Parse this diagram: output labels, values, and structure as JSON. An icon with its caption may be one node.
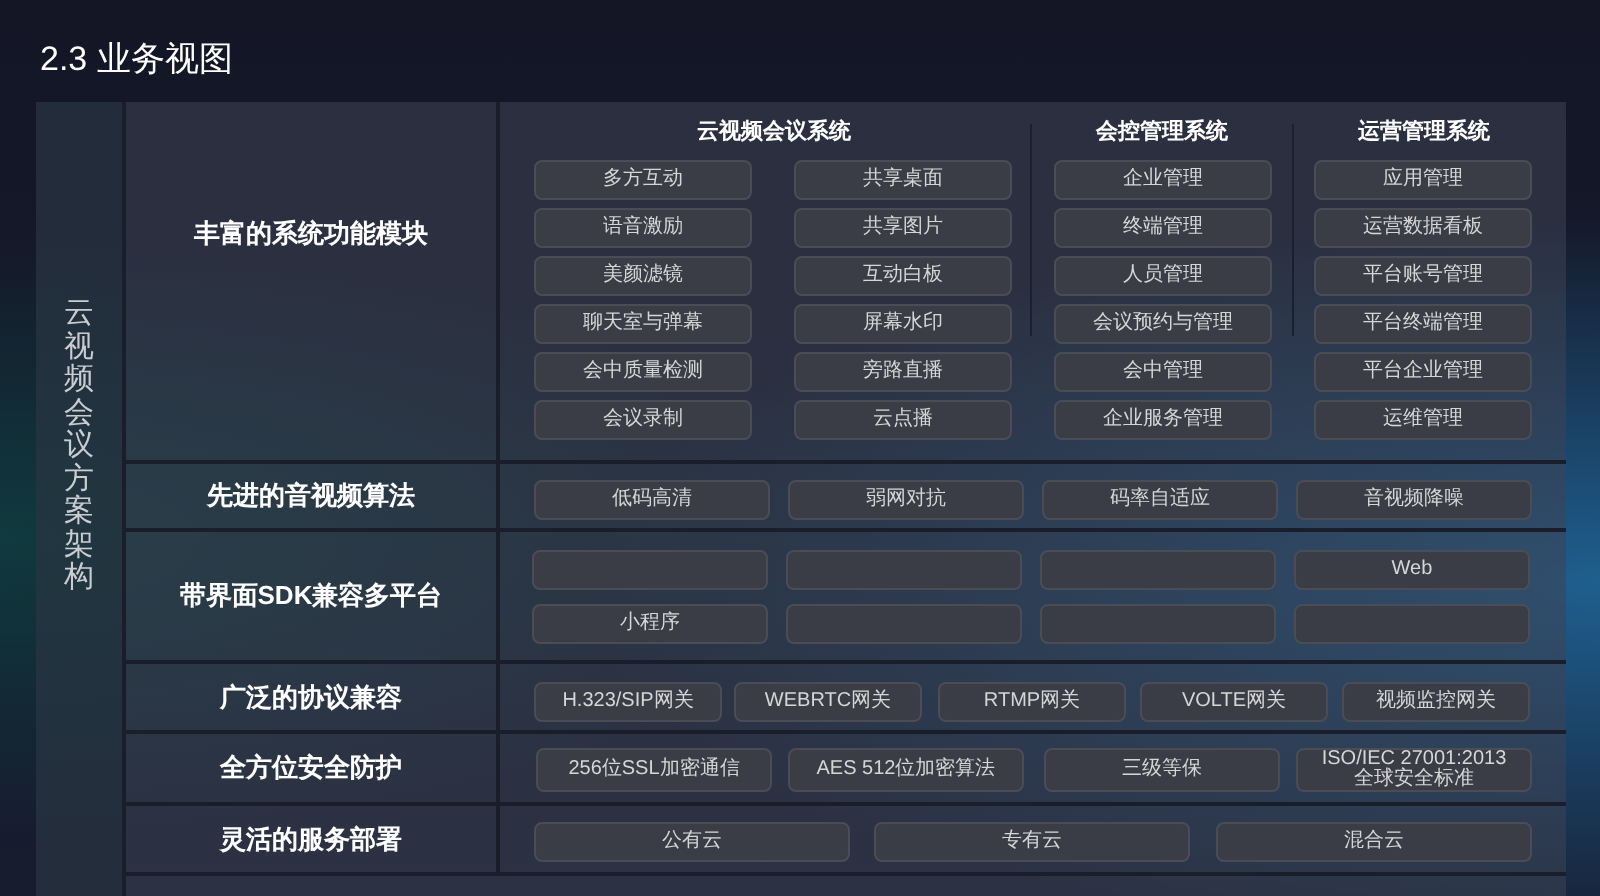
{
  "diagram": {
    "title": "2.3 业务视图",
    "nodes": [
      {
        "text": [
          "云视频会议方案架构"
        ]
      },
      {
        "text": [
          "丰富的系统功能模块"
        ]
      },
      {
        "text": [
          "多方互动"
        ]
      },
      {
        "text": [
          "语音激励"
        ]
      },
      {
        "text": [
          "美颜滤镜"
        ]
      },
      {
        "text": [
          "聊天室与弹幕"
        ]
      },
      {
        "text": [
          "会中质量检测"
        ]
      },
      {
        "text": [
          "会议录制"
        ]
      },
      {
        "text": [
          "共享桌面"
        ]
      },
      {
        "text": [
          "共享图片"
        ]
      },
      {
        "text": [
          "互动白板"
        ]
      },
      {
        "text": [
          "屏幕水印"
        ]
      },
      {
        "text": [
          "旁路直播"
        ]
      },
      {
        "text": [
          "云点播"
        ]
      },
      {
        "text": [
          "企业管理"
        ]
      },
      {
        "text": [
          "终端管理"
        ]
      },
      {
        "text": [
          "人员管理"
        ]
      },
      {
        "text": [
          "会议预约与管理"
        ]
      },
      {
        "text": [
          "会中管理"
        ]
      },
      {
        "text": [
          "企业服务管理"
        ]
      },
      {
        "text": [
          "应用管理"
        ]
      },
      {
        "text": [
          "运营数据看板"
        ]
      },
      {
        "text": [
          "平台账号管理"
        ]
      },
      {
        "text": [
          "平台终端管理"
        ]
      },
      {
        "text": [
          "平台企业管理"
        ]
      },
      {
        "text": [
          "运维管理"
        ]
      },
      {
        "text": [
          "先进的音视频算法"
        ]
      },
      {
        "text": [
          "低码高清"
        ]
      },
      {
        "text": [
          "弱网对抗"
        ]
      },
      {
        "text": [
          "码率自适应"
        ]
      },
      {
        "text": [
          "音视频降噪"
        ]
      },
      {
        "text": [
          "带界面SDK兼容多平台"
        ]
      },
      {
        "text": [],
        "shape": "box"
      },
      {
        "text": [],
        "shape": "box"
      },
      {
        "text": [],
        "shape": "box"
      },
      {
        "text": [
          "Web"
        ]
      },
      {
        "text": [
          "小程序"
        ]
      },
      {
        "text": [],
        "shape": "box"
      },
      {
        "text": [],
        "shape": "box"
      },
      {
        "text": [],
        "shape": "box"
      },
      {
        "text": [
          "广泛的协议兼容"
        ]
      },
      {
        "text": [
          "H.323/SIP网关"
        ]
      },
      {
        "text": [
          "WEBRTC网关"
        ]
      },
      {
        "text": [
          "RTMP网关"
        ]
      },
      {
        "text": [
          "VOLTE网关"
        ]
      },
      {
        "text": [
          "视频监控网关"
        ]
      },
      {
        "text": [
          "全方位安全防护"
        ]
      },
      {
        "text": [
          "256位SSL加密通信"
        ]
      },
      {
        "text": [
          "AES 512位加密算法"
        ]
      },
      {
        "text": [
          "三级等保"
        ]
      },
      {
        "text": [
          "ISO/IEC 27001:2013 全球安全标准"
        ]
      },
      {
        "text": [
          "灵活的服务部署"
        ]
      },
      {
        "text": [
          "公有云"
        ]
      },
      {
        "text": [
          "专有云"
        ]
      },
      {
        "text": [
          "混合云"
        ]
      }
    ],
    "labels": [
      "云视频会议系统",
      "会控管理系统",
      "运营管理系统"
    ]
  }
}
